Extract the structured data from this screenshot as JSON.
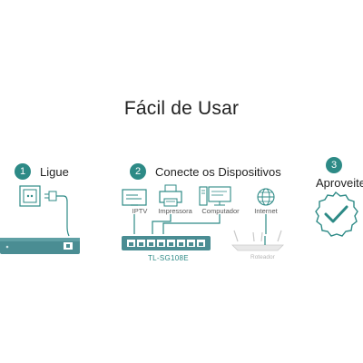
{
  "title": "Fácil de Usar",
  "steps": [
    {
      "number": "1",
      "label": "Ligue"
    },
    {
      "number": "2",
      "label": "Conecte os Dispositivos"
    },
    {
      "number": "3",
      "label": "Aproveite"
    }
  ],
  "devices": {
    "iptv": "IPTV",
    "printer": "Impressora",
    "computer": "Computador",
    "internet": "Internet"
  },
  "switch_model": "TL-SG108E",
  "router_label": "Roteador",
  "colors": {
    "accent": "#2d8a86",
    "switch_body": "#4a8d93",
    "line": "#2d8a86"
  },
  "icons": {
    "step1": [
      "power-outlet-icon",
      "plug-icon"
    ],
    "step2": [
      "tv-icon",
      "printer-icon",
      "computer-icon",
      "globe-icon"
    ],
    "step3": [
      "check-badge-icon"
    ]
  }
}
